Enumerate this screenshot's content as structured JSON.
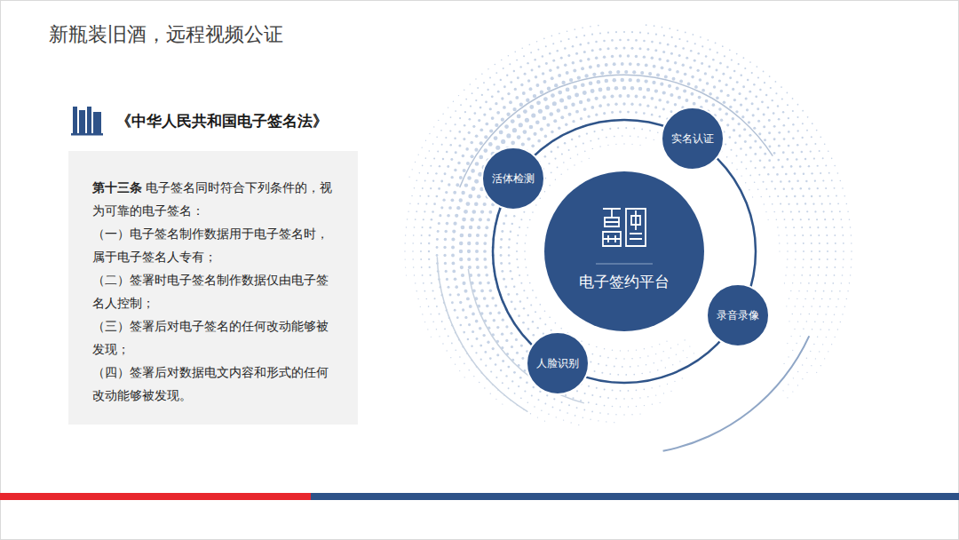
{
  "diagram": {
    "title": "新瓶装旧酒，远程视频公证",
    "nodes": [
      {
        "text": [
          "《中华人民共和国电子签名法》",
          "第十三条",
          "电子签名同时符合下列条件的，视为可靠的电子签名：",
          "（一）电子签名制作数据用于电子签名时，属于电子签名人专有；",
          "（二）签署时电子签名制作数据仅由电子签名人控制；",
          "（三）签署后对电子签名的任何改动能够被发现；",
          "（四）签署后对数据电文内容和形式的任何改动能够被发现。"
        ]
      },
      {
        "text": [
          "电子签约平台"
        ]
      },
      {
        "text": [
          "实名认证"
        ]
      },
      {
        "text": [
          "录音录像"
        ]
      },
      {
        "text": [
          "人脸识别"
        ]
      },
      {
        "text": [
          "活体检测"
        ]
      }
    ]
  }
}
